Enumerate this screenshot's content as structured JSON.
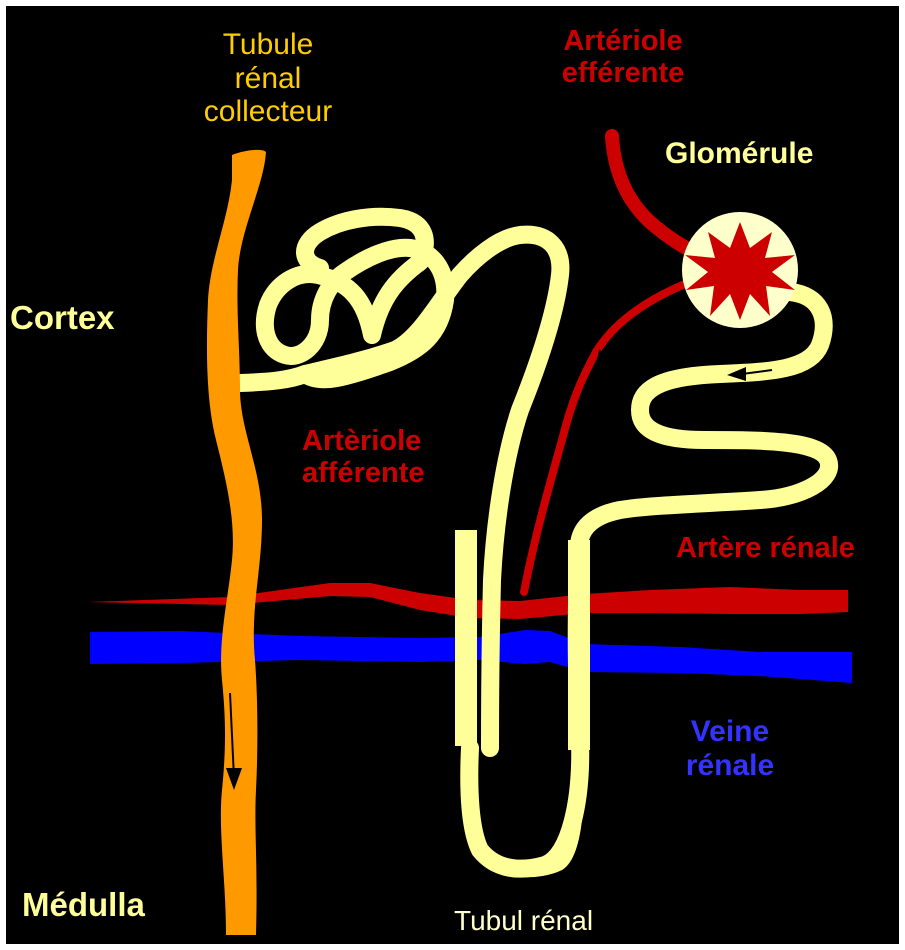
{
  "labels": {
    "tubule_collecteur": [
      "Tubule",
      "rénal",
      "collecteur"
    ],
    "arteriole_efferente": [
      "Artériole",
      "efférente"
    ],
    "glomerule": "Glomérule",
    "cortex": "Cortex",
    "arteriole_afferente": [
      "Artèriole",
      "afférente"
    ],
    "artere_renale": "Artère rénale",
    "veine_renale": [
      "Veine",
      "rénale"
    ],
    "medulla": "Médulla",
    "tubul_renal": "Tubul rénal"
  },
  "colors": {
    "background": "#000000",
    "collecting_duct": "#ff9900",
    "tubule": "#ffff99",
    "artery": "#cc0000",
    "vein": "#0000ff",
    "label_yellow": "#ffff99",
    "label_orange": "#ffcc00",
    "label_red": "#cc0000",
    "label_blue": "#3333ff",
    "arrow": "#000000"
  }
}
